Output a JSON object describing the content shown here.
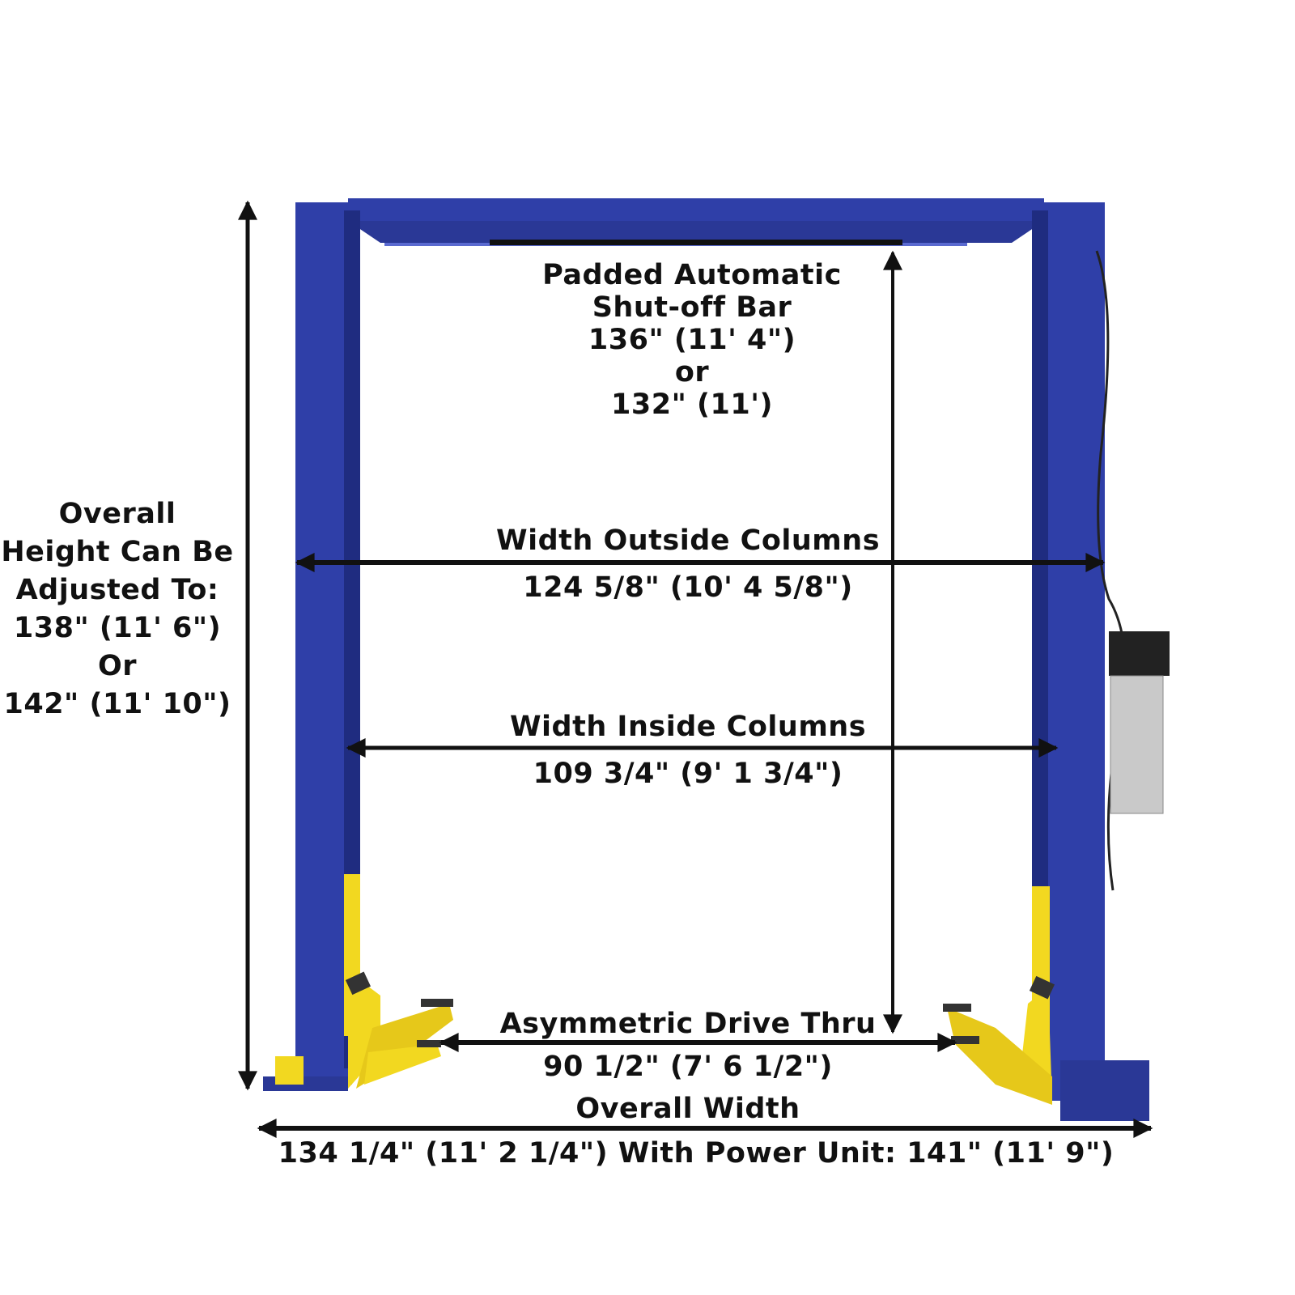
{
  "colors": {
    "column": "#2f3fa8",
    "arms": "#f2d820",
    "arrow": "#111111",
    "power_unit": "#c9c9c9"
  },
  "labels": {
    "shutoff": [
      "Padded Automatic",
      "Shut-off Bar",
      "136\" (11' 4\")",
      "or",
      "132\" (11')"
    ],
    "outside_title": "Width Outside Columns",
    "outside_value": "124 5/8\" (10' 4 5/8\")",
    "inside_title": "Width Inside Columns",
    "inside_value": "109 3/4\" (9' 1 3/4\")",
    "drive_title": "Asymmetric Drive Thru",
    "drive_value": "90 1/2\" (7' 6 1/2\")",
    "overall_width_title": "Overall Width",
    "overall_width_value": "134 1/4\" (11' 2 1/4\") With Power Unit: 141\" (11' 9\")",
    "height": [
      "Overall",
      "Height Can Be",
      "Adjusted To:",
      "138\" (11' 6\")",
      "Or",
      "142\" (11' 10\")"
    ]
  }
}
